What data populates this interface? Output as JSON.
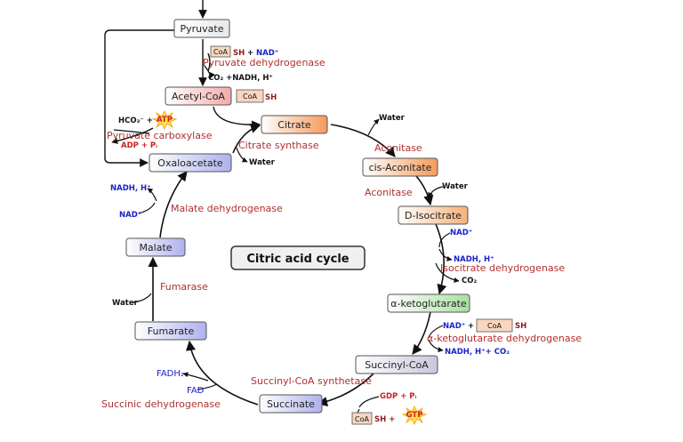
{
  "diagram": {
    "title": "Citric acid cycle",
    "metabolites": {
      "pyruvate": "Pyruvate",
      "acetyl_coa": "Acetyl-CoA",
      "citrate": "Citrate",
      "cis_aconitate": "cis-Aconitate",
      "d_isocitrate": "D-Isocitrate",
      "alpha_ketoglutarate": "α-ketoglutarate",
      "succinyl_coa": "Succinyl-CoA",
      "succinate": "Succinate",
      "fumarate": "Fumarate",
      "malate": "Malate",
      "oxaloacetate": "Oxaloacetate"
    },
    "enzymes": {
      "pyruvate_dehydrogenase": "Pyruvate dehydrogenase",
      "pyruvate_carboxylase": "Pyruvate carboxylase",
      "citrate_synthase": "Citrate synthase",
      "aconitase_1": "Aconitase",
      "aconitase_2": "Aconitase",
      "isocitrate_dehydrogenase": "Isocitrate dehydrogenase",
      "akg_dehydrogenase": "α-ketoglutarate dehydrogenase",
      "succinyl_coa_synthetase": "Succinyl-CoA synthetase",
      "succinic_dehydrogenase": "Succinic dehydrogenase",
      "fumarase": "Fumarase",
      "malate_dehydrogenase": "Malate dehydrogenase"
    },
    "cofactors": {
      "coa": "CoA",
      "sh": "SH",
      "plus": "+",
      "nad": "NAD⁺",
      "nadh_h": "NADH, H⁺",
      "co2": "CO₂",
      "co2_nadh": "CO₂ +NADH, H⁺",
      "nadh_h_co2": "NADH, H⁺+ CO₂",
      "hco3": "HCO₃⁻ +",
      "atp": "ATP",
      "adp_pi": "ADP + Pᵢ",
      "gdp_pi": "GDP + Pᵢ",
      "gtp": "GTP",
      "water": "Water",
      "fadh2": "FADH₂",
      "fad": "FAD",
      "sh_plus": "SH +",
      "sh_plus_nad": "SH + NAD⁺"
    }
  },
  "colors": {
    "enzyme": "#b03030",
    "nad": "#1a22cc",
    "atp": "#cc2222",
    "pyruvate_box": "#f2f2f2",
    "acetyl_box": "#f7c8c8",
    "citrate_box": "#f9b58a",
    "isocitrate_box": "#f7c79b",
    "akg_box": "#c9ecc2",
    "succinylcoa_box": "#dddde9",
    "succinate_box": "#c6c9ef",
    "fumarate_box": "#c6c9ef",
    "malate_box": "#c6c9ef",
    "oxaloacetate_box": "#c6c9ef",
    "coa_box": "#f8d6bf",
    "star": "#ffe050"
  }
}
